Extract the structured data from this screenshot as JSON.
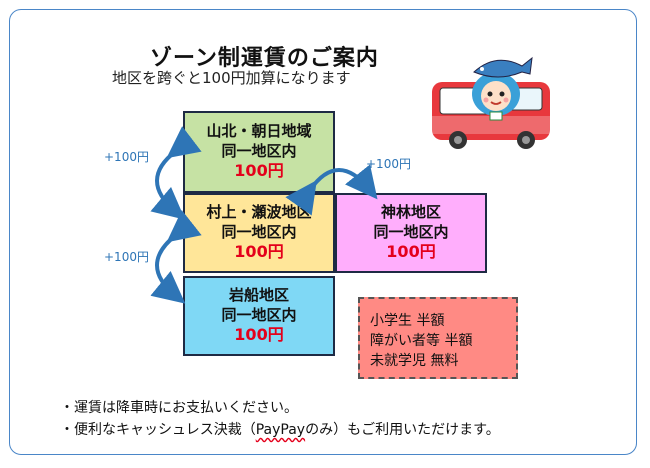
{
  "title": "ゾーン制運賃のご案内",
  "subtitle": "地区を跨ぐと100円加算になります",
  "zones": [
    {
      "name": "山北・朝日地域",
      "sub": "同一地区内",
      "fare": "100円",
      "color": "#c6e2a4"
    },
    {
      "name": "村上・瀬波地区",
      "sub": "同一地区内",
      "fare": "100円",
      "color": "#ffe699"
    },
    {
      "name": "神林地区",
      "sub": "同一地区内",
      "fare": "100円",
      "color": "#ffaefc"
    },
    {
      "name": "岩船地区",
      "sub": "同一地区内",
      "fare": "100円",
      "color": "#7fd8f5"
    }
  ],
  "surcharges": [
    "+100円",
    "+100円",
    "+100円"
  ],
  "discounts": [
    "小学生 半額",
    "障がい者等 半額",
    "未就学児 無料"
  ],
  "notes": {
    "note1": "・運賃は降車時にお支払いください。",
    "note2_pre": "・便利なキャッシュレス決裁（",
    "note2_mark": "PayPay",
    "note2_post": "のみ）もご利用いただけます。"
  },
  "icons": [
    "bus-mascot-illustration",
    "transfer-arrow-icon"
  ],
  "colors": {
    "frame": "#4a86c8",
    "fare": "#e4001b",
    "arrow": "#2e75b6",
    "discount": "#ff8a84"
  }
}
